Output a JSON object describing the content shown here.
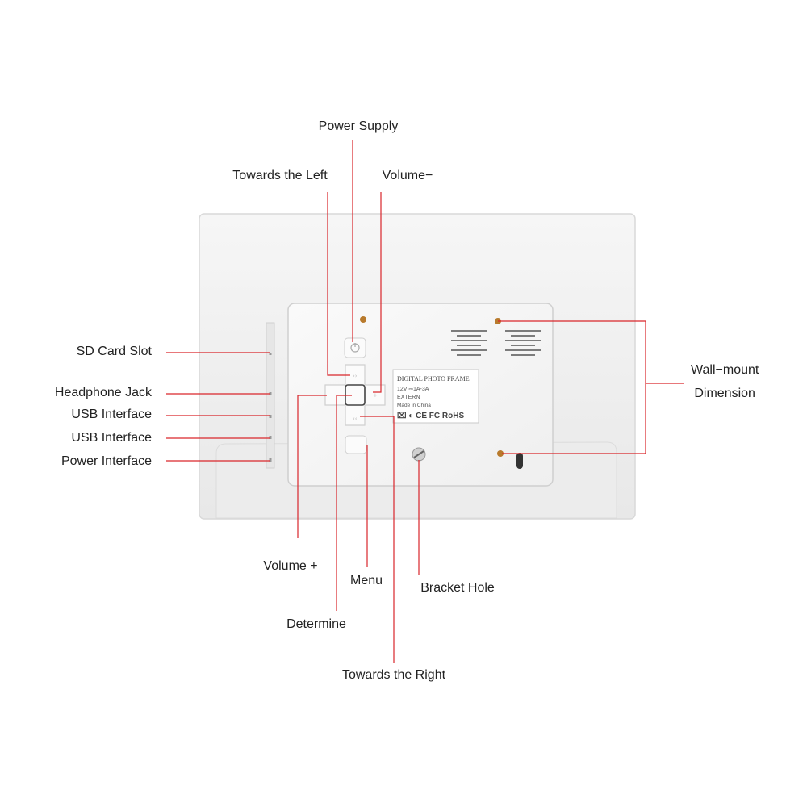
{
  "diagram": {
    "subject": "digital-photo-frame-back",
    "colors": {
      "leader_line": "#d9262b",
      "frame_body": "#f2f2f2",
      "frame_edge": "#d8d8d8",
      "panel": "#f7f7f7",
      "screw": "#b87a2c"
    },
    "callouts": {
      "power_supply": "Power Supply",
      "towards_left": "Towards the Left",
      "volume_minus": "Volume−",
      "sd_card_slot": "SD Card Slot",
      "headphone_jack": "Headphone Jack",
      "usb_interface_1": "USB Interface",
      "usb_interface_2": "USB Interface",
      "power_interface": "Power Interface",
      "wall_mount_line1": "Wall−mount",
      "wall_mount_line2": "Dimension",
      "volume_plus": "Volume +",
      "menu": "Menu",
      "bracket_hole": "Bracket Hole",
      "determine": "Determine",
      "towards_right": "Towards the Right"
    },
    "label_plate": {
      "title": "DIGITAL PHOTO FRAME",
      "rating": "12V ⎓1A-3A",
      "extern": "EXTERN",
      "origin": "Made in China",
      "marks": "⌧ ◐ CE FC RoHS"
    }
  }
}
